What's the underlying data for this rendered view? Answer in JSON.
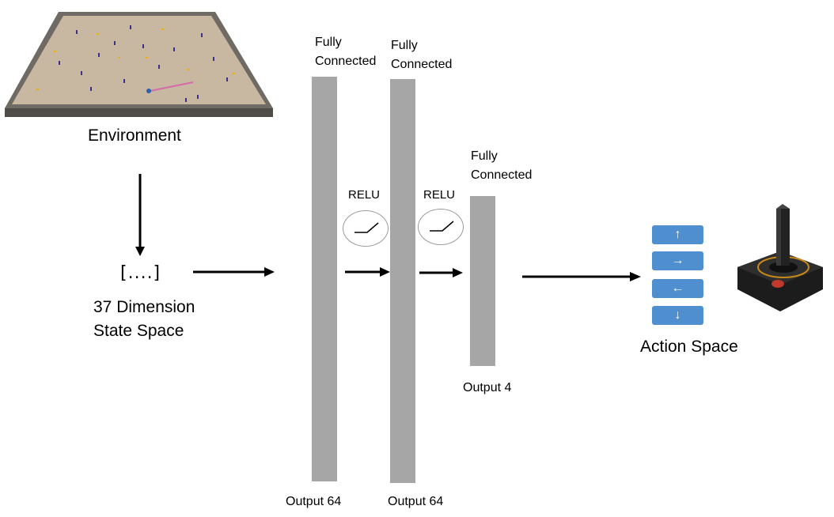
{
  "environment": {
    "label": "Environment"
  },
  "state": {
    "vector_text": "[....]",
    "line1": "37 Dimension",
    "line2": "State Space"
  },
  "layers": [
    {
      "title_line1": "Fully",
      "title_line2": "Connected",
      "output": "Output 64"
    },
    {
      "title_line1": "Fully",
      "title_line2": "Connected",
      "output": "Output 64"
    },
    {
      "title_line1": "Fully",
      "title_line2": "Connected",
      "output": "Output 4"
    }
  ],
  "activations": [
    {
      "label": "RELU"
    },
    {
      "label": "RELU"
    }
  ],
  "action_space": {
    "label": "Action Space",
    "buttons": [
      {
        "glyph": "↑",
        "icon": "arrow-up-icon"
      },
      {
        "glyph": "→",
        "icon": "arrow-right-icon"
      },
      {
        "glyph": "←",
        "icon": "arrow-left-icon"
      },
      {
        "glyph": "↓",
        "icon": "arrow-down-icon"
      }
    ]
  },
  "colors": {
    "layer": "#a6a6a6",
    "button": "#4f8fcf",
    "floor": "#c8b8a2",
    "wall": "#6f6a63"
  }
}
